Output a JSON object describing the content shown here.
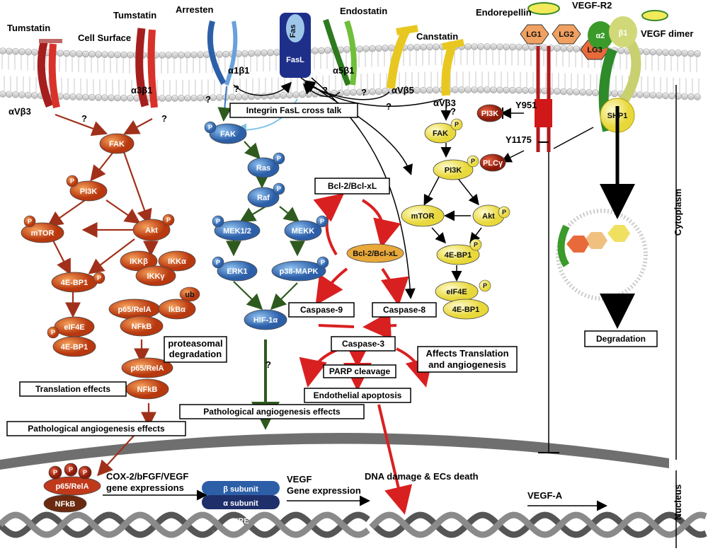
{
  "receptors": {
    "tumstatin_left": "Tumstatin",
    "tumstatin_right": "Tumstatin",
    "cell_surface": "Cell Surface",
    "arresten": "Arresten",
    "endostatin": "Endostatin",
    "canstatin": "Canstatin",
    "endorepellin": "Endorepellin",
    "vegfr2": "VEGF-R2",
    "vegf_dimer": "VEGF dimer",
    "fas": "Fas",
    "fasl": "FasL",
    "avb3_left": "αVβ3",
    "a3b1": "α3β1",
    "a1b1": "α1β1",
    "a5b1": "α5β1",
    "avb5": "αVβ5",
    "avb3_right": "αVβ3",
    "lg1": "LG1",
    "lg2": "LG2",
    "lg3": "LG3",
    "a2": "α2",
    "b1": "β1",
    "shp1": "SHP1"
  },
  "question": "?",
  "p": "P",
  "ub": "ub",
  "left_path": {
    "fak": "FAK",
    "pi3k": "PI3K",
    "mtor": "mTOR",
    "akt": "Akt",
    "ikkb": "IKKβ",
    "ikka": "IKKα",
    "ikkg": "IKKγ",
    "bp1": "4E-BP1",
    "p65": "p65/RelA",
    "ikba": "IkBα",
    "nfkb": "NFkB",
    "eif4e": "eIF4E",
    "bp1b": "4E-BP1",
    "proteasomal": [
      "proteasomal",
      "degradation"
    ],
    "p65b": "p65/RelA",
    "nfkb2": "NFkB",
    "translation": "Translation effects",
    "patho": "Pathological angiogenesis effects",
    "p65n": "p65/RelA",
    "nfkbn": "NFkB"
  },
  "mid_path": {
    "fak": "FAK",
    "ras": "Ras",
    "raf": "Raf",
    "mek12": "MEK1/2",
    "mekk": "MEKK",
    "erk1": "ERK1",
    "p38": "p38-MAPK",
    "hif": "HIF-1α",
    "crosstalk": "Integrin FasL cross talk",
    "bcl_box": "Bcl-2/Bcl-xL",
    "bcl_oval": "Bcl-2/Bcl-xL",
    "casp9": "Caspase-9",
    "casp8": "Caspase-8",
    "casp3": "Caspase-3",
    "parp": "PARP cleavage",
    "apoptosis": "Endothelial apoptosis",
    "patho": "Pathological angiogenesis effects"
  },
  "right_path": {
    "fak": "FAK",
    "pi3k": "PI3K",
    "mtor": "mTOR",
    "akt": "Akt",
    "bp1": "4E-BP1",
    "eif4e": "eIF4E",
    "bp1b": "4E-BP1",
    "affects": [
      "Affects Translation",
      "and angiogenesis"
    ],
    "pi3k_r": "PI3K",
    "plcg": "PLCγ",
    "y951": "Y951",
    "y1175": "Y1175",
    "degradation": "Degradation"
  },
  "nucleus": {
    "cox": [
      "COX-2/bFGF/VEGF",
      "gene expressions"
    ],
    "beta": "β subunit",
    "alpha": "α subunit",
    "hre": "HRE",
    "vegf_gene": [
      "VEGF",
      "Gene expression"
    ],
    "dna_damage": "DNA damage & ECs death",
    "vegfa": "VEGF-A"
  },
  "side": {
    "cytoplasm": "Cytoplasm",
    "nucleus": "Nucleus"
  },
  "colors": {
    "red_path": "#c0391b",
    "orange": "#d9541c",
    "blue": "#3b78c4",
    "yellow": "#f2e24d",
    "green": "#3a9a2a",
    "arrow_red": "#d92020",
    "arrow_green": "#2e5a1e",
    "arrow_dark_red": "#a0301a"
  }
}
